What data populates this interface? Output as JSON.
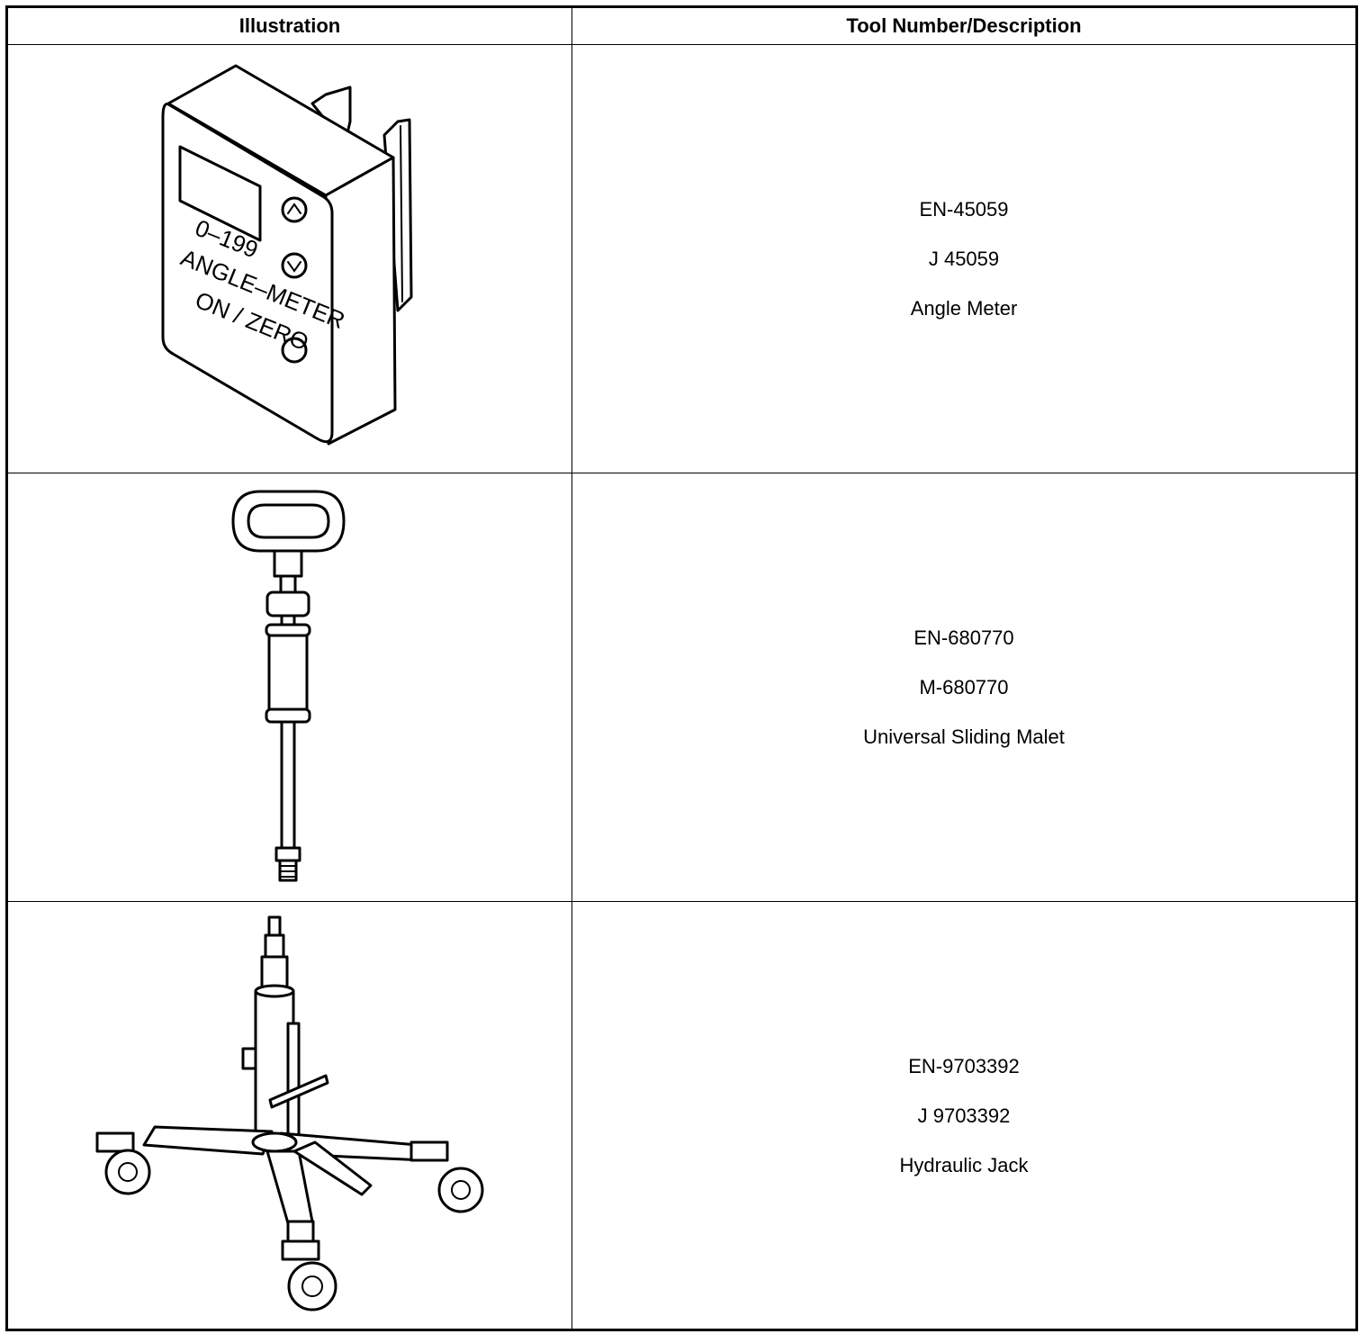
{
  "headers": {
    "illustration": "Illustration",
    "description": "Tool Number/Description"
  },
  "rows": [
    {
      "icon": "angle-meter-illustration",
      "device_labels": {
        "range": "0–199",
        "name": "ANGLE–METER",
        "button": "ON / ZERO"
      },
      "lines": [
        "EN-45059",
        "J 45059",
        "Angle Meter"
      ]
    },
    {
      "icon": "sliding-mallet-illustration",
      "lines": [
        "EN-680770",
        "M-680770",
        "Universal Sliding Malet"
      ]
    },
    {
      "icon": "hydraulic-jack-illustration",
      "lines": [
        "EN-9703392",
        "J 9703392",
        "Hydraulic Jack"
      ]
    }
  ]
}
